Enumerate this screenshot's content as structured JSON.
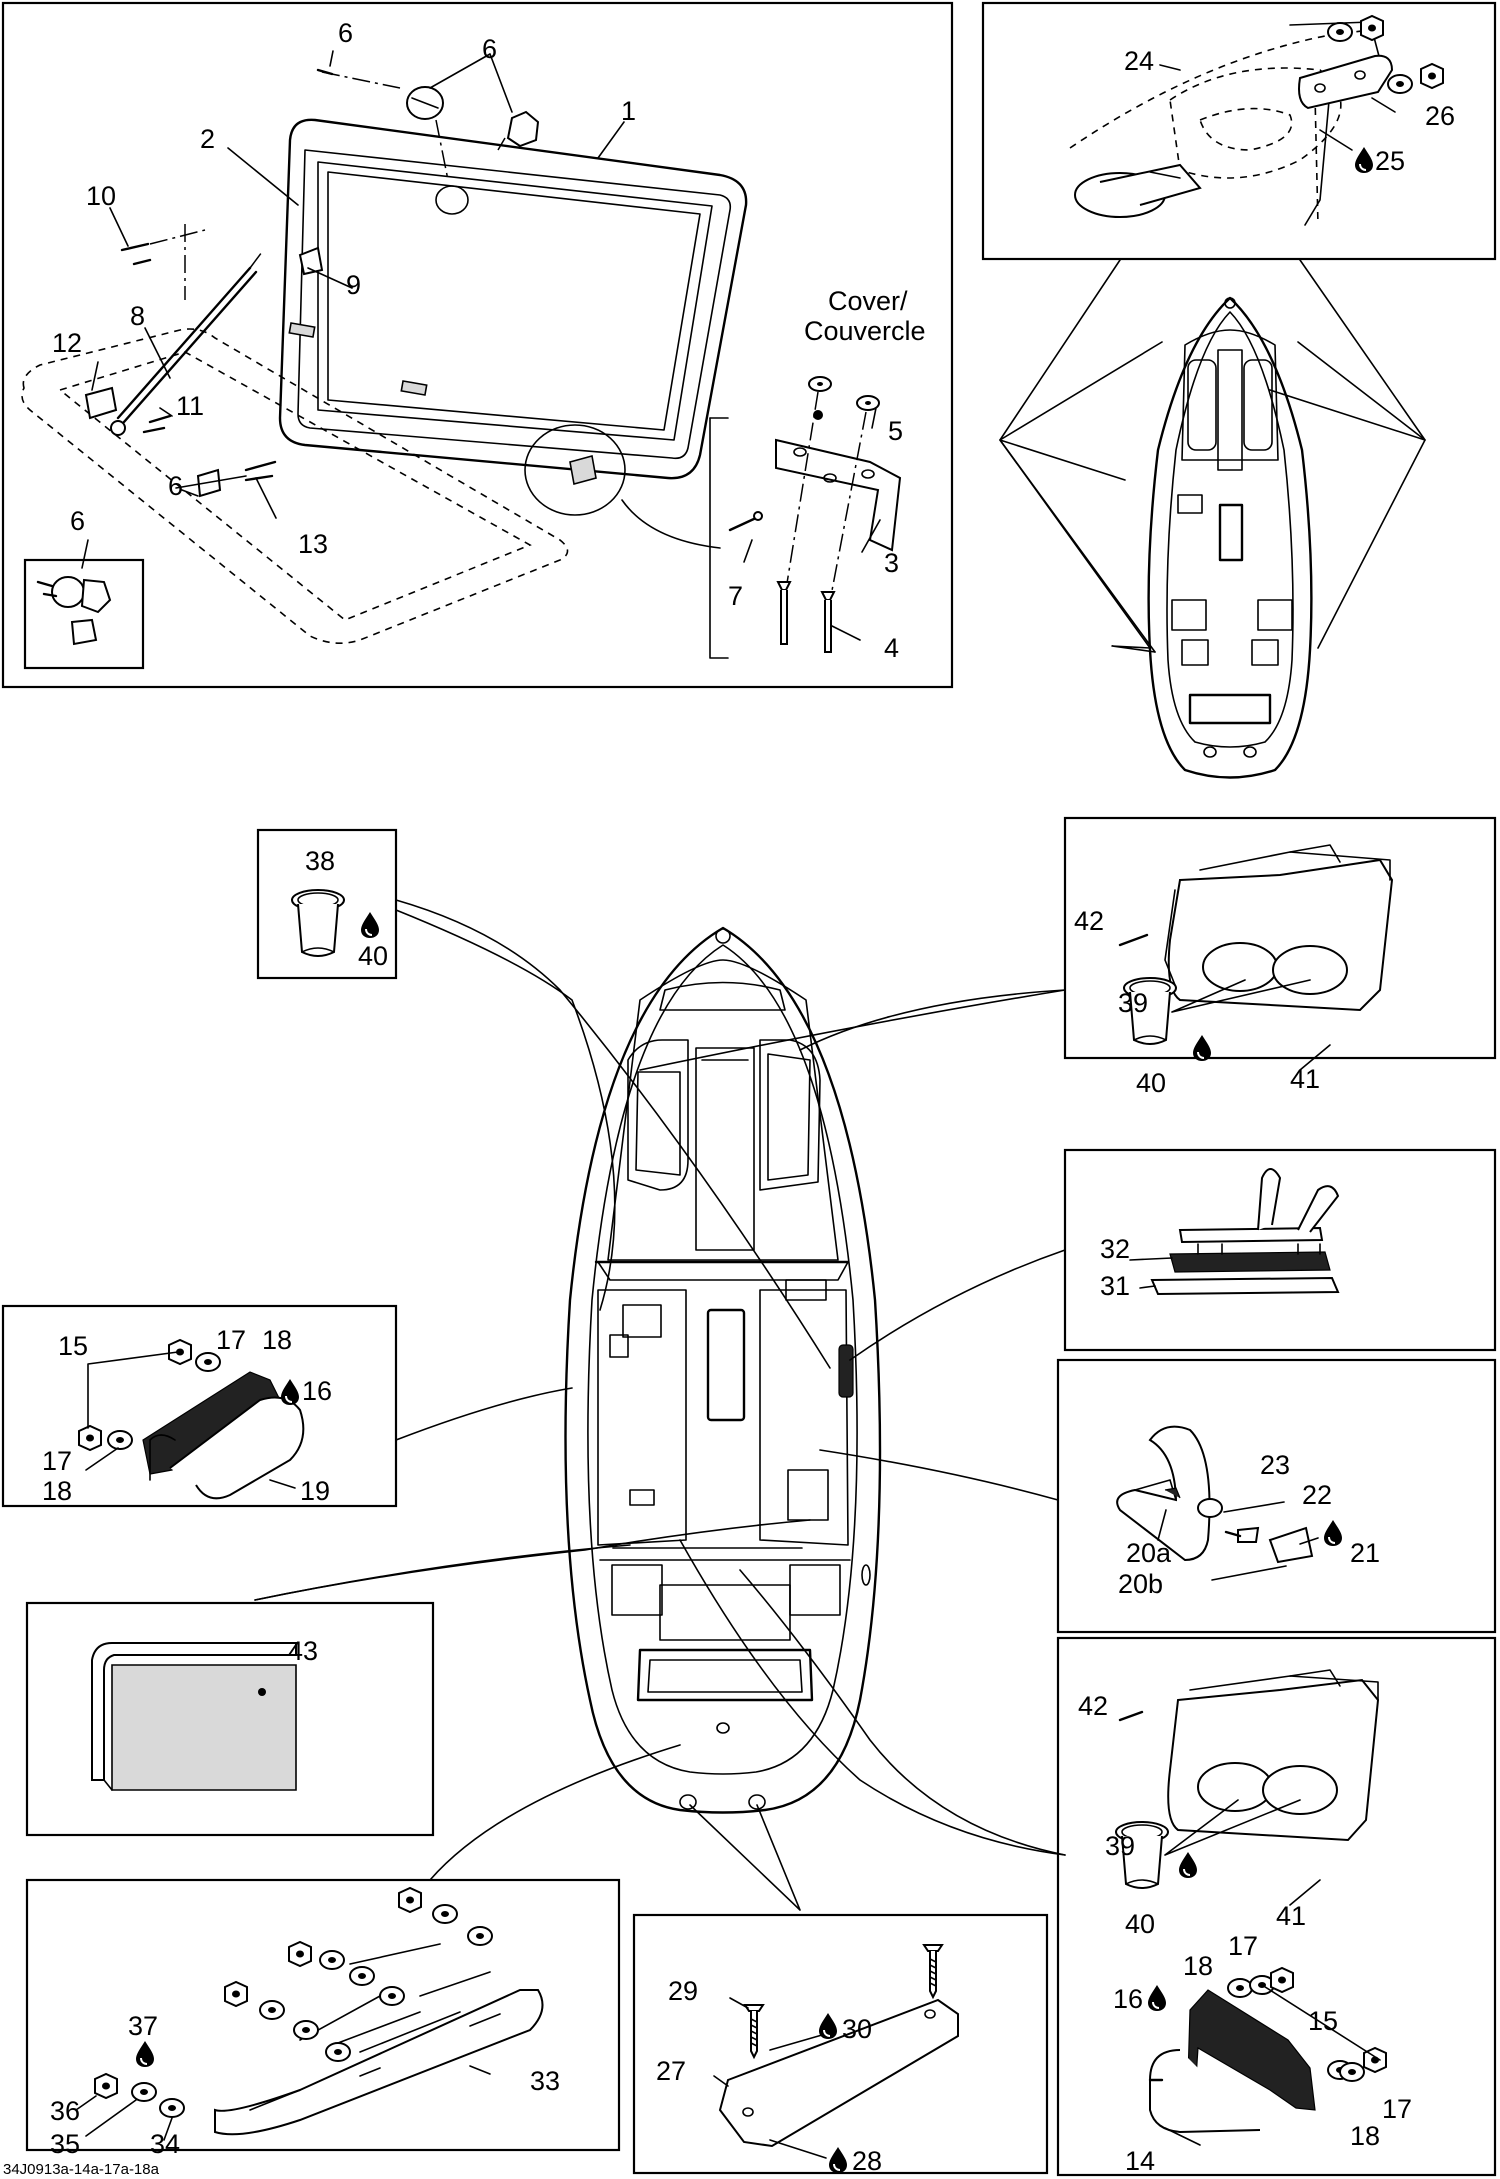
{
  "labels": {
    "n1": "1",
    "n2": "2",
    "n3": "3",
    "n4": "4",
    "n5": "5",
    "n6": "6",
    "n7": "7",
    "n8": "8",
    "n9": "9",
    "n10": "10",
    "n11": "11",
    "n12": "12",
    "n13": "13",
    "n14": "14",
    "n15": "15",
    "n16": "16",
    "n17": "17",
    "n18": "18",
    "n19": "19",
    "n20a": "20a",
    "n20b": "20b",
    "n21": "21",
    "n22": "22",
    "n23": "23",
    "n24": "24",
    "n25": "25",
    "n26": "26",
    "n27": "27",
    "n28": "28",
    "n29": "29",
    "n30": "30",
    "n31": "31",
    "n32": "32",
    "n33": "33",
    "n34": "34",
    "n35": "35",
    "n36": "36",
    "n37": "37",
    "n38": "38",
    "n39": "39",
    "n40": "40",
    "n41": "41",
    "n42": "42",
    "n43": "43"
  },
  "cover_label_line1": "Cover/",
  "cover_label_line2": "Couvercle",
  "figure_code": "34J0913a-14a-17a-18a",
  "icons": {
    "drop": "liquid-drop-icon"
  }
}
